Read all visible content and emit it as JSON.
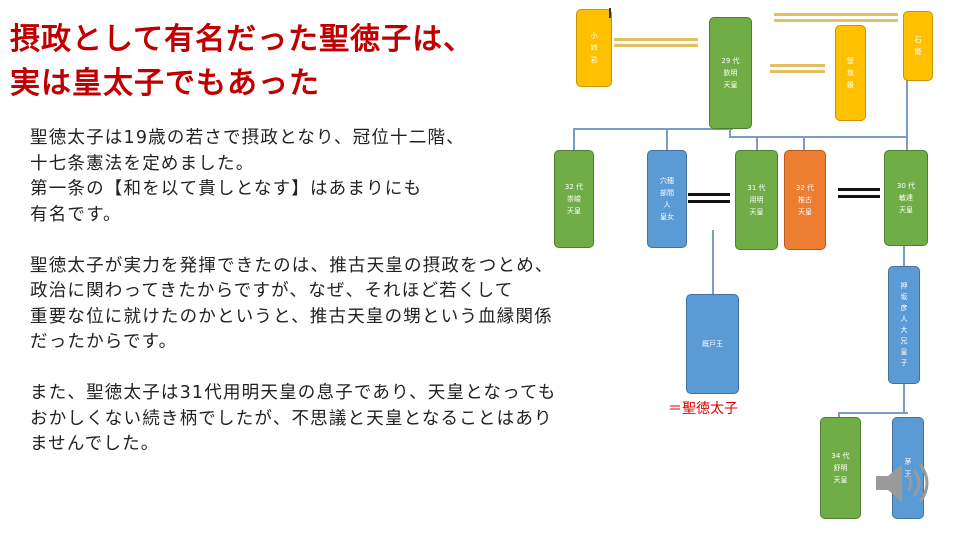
{
  "title": {
    "line1": "摂政として有名だった聖徳子は、",
    "line2": "実は皇太子でもあった"
  },
  "body": {
    "p1": [
      "聖徳太子は19歳の若さで摂政となり、冠位十二階、",
      "十七条憲法を定めました。",
      "第一条の【和を以て貴しとなす】はあまりにも",
      "有名です。"
    ],
    "p2": [
      "聖徳太子が実力を発揮できたのは、推古天皇の摂政をつとめ、",
      "政治に関わってきたからですが、なぜ、それほど若くして",
      "重要な位に就けたのかというと、推古天皇の甥という血縁関係",
      "だったからです。"
    ],
    "p3": [
      "また、聖徳太子は31代用明天皇の息子であり、天皇となっても",
      "おかしくない続き柄でしたが、不思議と天皇となることはあり",
      "ませんでした。"
    ]
  },
  "tree": {
    "oanegimi": [
      "小",
      "姉",
      "君"
    ],
    "kinmei": [
      "29 代",
      "欽明",
      "天皇"
    ],
    "soganokitashi": [
      "堅",
      "塩",
      "媛"
    ],
    "ishihime": [
      "石",
      "姫"
    ],
    "sushun": [
      "32 代",
      "崇峻",
      "天皇"
    ],
    "anahobe": [
      "穴穂",
      "部間",
      "人",
      "皇女"
    ],
    "yomei": [
      "31 代",
      "用明",
      "天皇"
    ],
    "suiko": [
      "32 代",
      "推古",
      "天皇"
    ],
    "bidatsu": [
      "30 代",
      "敏達",
      "天皇"
    ],
    "umayado": [
      "厩戸王"
    ],
    "oshisaka": [
      "押",
      "坂",
      "彦",
      "人",
      "大",
      "兄",
      "皇",
      "子"
    ],
    "jomei": [
      "34 代",
      "舒明",
      "天皇"
    ],
    "right_partial": [
      "茅",
      "王"
    ],
    "annotation": "＝聖徳太子"
  },
  "colors": {
    "title": "#c00000",
    "green": "#70ad47",
    "blue": "#5b9bd5",
    "yellow": "#ffc000",
    "orange": "#ed7d31",
    "annotation": "#e00000"
  },
  "icons": [
    "speaker-icon"
  ]
}
